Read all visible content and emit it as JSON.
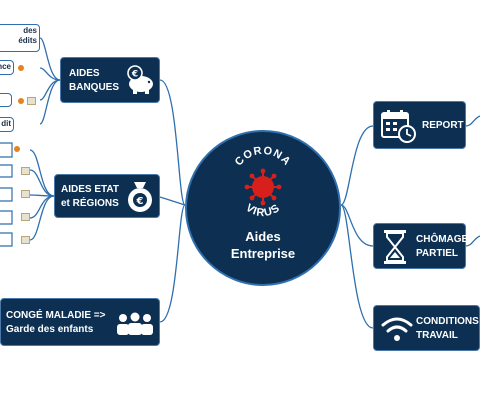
{
  "center": {
    "badge_top": "CORONA",
    "badge_bottom": "VIRUS",
    "title": "Aides\nEntreprise"
  },
  "left_nodes": {
    "banques": "AIDES\nBANQUES",
    "etat": "AIDES ETAT\net RÉGIONS",
    "conge": "CONGÉ MALADIE =>\nGarde des enfants"
  },
  "right_nodes": {
    "report": "REPORT",
    "chomage": "CHÔMAGE\nPARTIEL",
    "conditions": "CONDITIONS\nTRAVAIL"
  },
  "leaves": [
    "des\nédits",
    "nce",
    "dit"
  ],
  "icons": {
    "banques": "euro-piggy-bank-icon",
    "etat": "euro-money-bag-icon",
    "conge": "people-group-icon",
    "report": "calendar-clock-icon",
    "chomage": "hourglass-icon",
    "conditions": "wifi-icon",
    "virus": "virus-icon"
  },
  "colors": {
    "node_bg": "#0c2f52",
    "line": "#2f6fae",
    "virus": "#d7201b",
    "dot_orange": "#e8821e",
    "dot_blue": "#3a8fd6"
  }
}
